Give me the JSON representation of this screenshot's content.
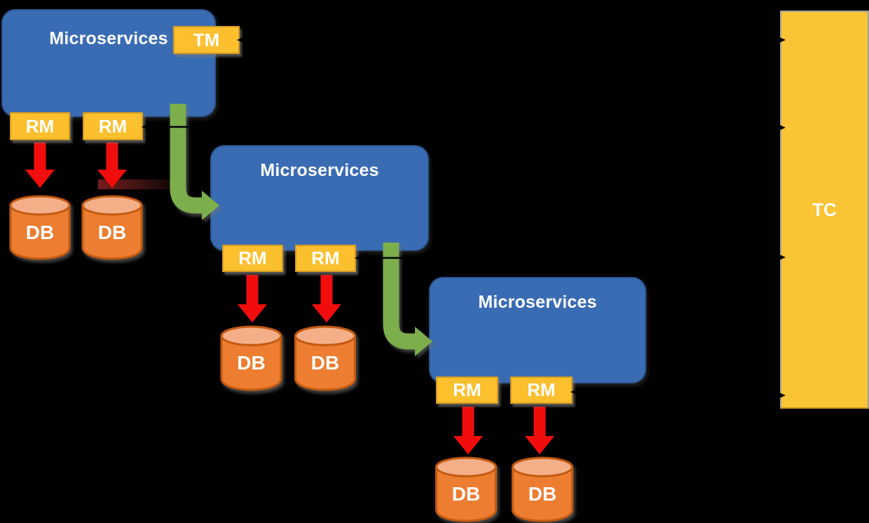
{
  "colors": {
    "background": "#000000",
    "service_fill": "#3A6CB4",
    "service_border": "#2C5792",
    "module_fill": "#FCBF2D",
    "module_border": "#D49C20",
    "db_fill": "#EC7D31",
    "db_top": "#F4AF88",
    "db_border": "#C35A11",
    "arrow_red": "#F20D0D",
    "arrow_green": "#7CAE4C",
    "connector_black": "#000000",
    "tc_fill": "#FBC435",
    "tc_border": "#A0A09C",
    "text": "#FFFFFF"
  },
  "groups": [
    {
      "service_label": "Microservices",
      "tm_label": "TM",
      "rm_labels": [
        "RM",
        "RM"
      ],
      "db_labels": [
        "DB",
        "DB"
      ]
    },
    {
      "service_label": "Microservices",
      "rm_labels": [
        "RM",
        "RM"
      ],
      "db_labels": [
        "DB",
        "DB"
      ]
    },
    {
      "service_label": "Microservices",
      "rm_labels": [
        "RM",
        "RM"
      ],
      "db_labels": [
        "DB",
        "DB"
      ]
    }
  ],
  "transaction_coordinator": {
    "label": "TC"
  }
}
